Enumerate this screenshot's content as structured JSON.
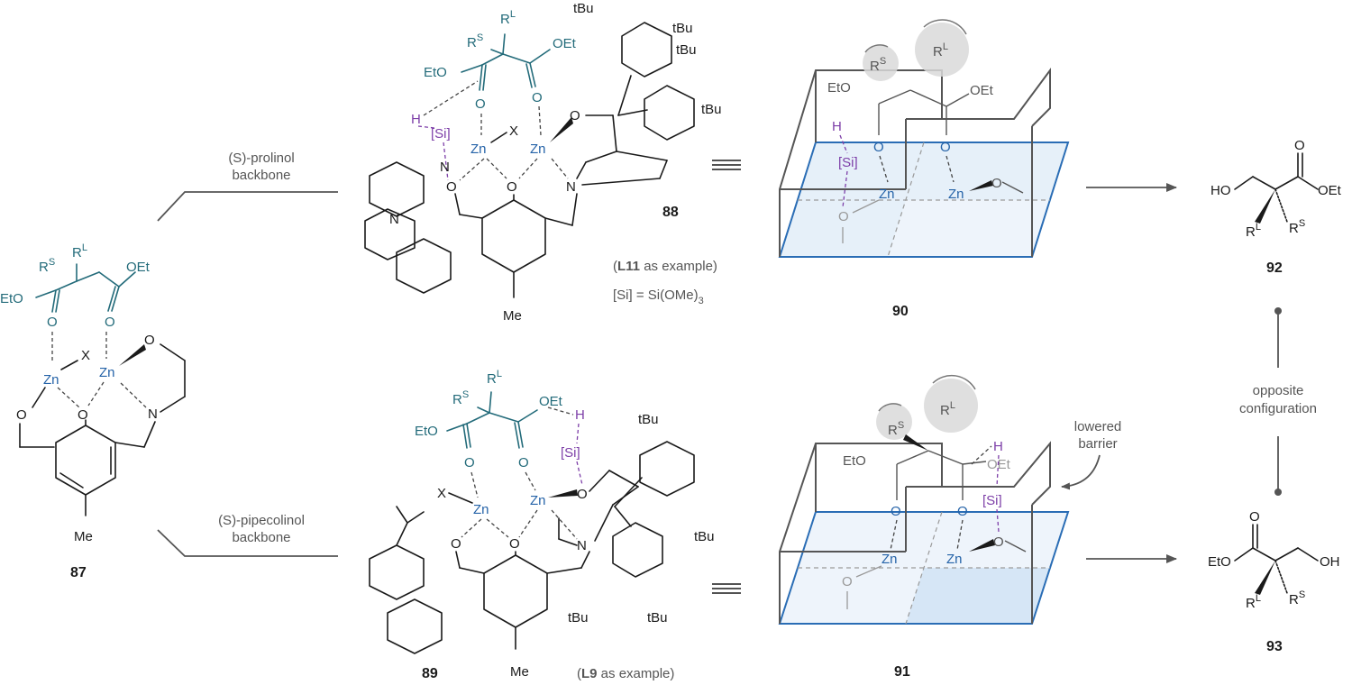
{
  "ligand_texts": {
    "top_backbone_line1": "(S)-prolinol",
    "top_backbone_line2": "backbone",
    "bottom_backbone_line1": "(S)-pipecolinol",
    "bottom_backbone_line2": "backbone",
    "l11_prefix": "(",
    "l11_bold": "L11",
    "l11_suffix": " as example)",
    "si_def": "[Si] = Si(OMe)",
    "si_def_sub": "3",
    "l9_prefix": "(",
    "l9_bold": "L9",
    "l9_suffix": " as example)"
  },
  "atoms": {
    "zn": "Zn",
    "x": "X",
    "o": "O",
    "n": "N",
    "h": "H",
    "si": "[Si]",
    "me": "Me",
    "r": "R",
    "sup_s": "S",
    "sup_l": "L",
    "oet": "OEt",
    "eto": "EtO",
    "tbu": "tBu",
    "ho": "HO",
    "oh": "OH"
  },
  "compounds": {
    "c87": "87",
    "c88": "88",
    "c89": "89",
    "c90": "90",
    "c91": "91",
    "c92": "92",
    "c93": "93"
  },
  "annotations": {
    "lowered_line1": "lowered",
    "lowered_line2": "barrier",
    "opposite_line1": "opposite",
    "opposite_line2": "configuration"
  },
  "colors": {
    "substrate_teal": "#236b7a",
    "zinc_blue": "#2563a8",
    "silicon_purple": "#7d3fa8",
    "box_blue": "#2a6db5",
    "box_fill": "#e3eef9"
  }
}
